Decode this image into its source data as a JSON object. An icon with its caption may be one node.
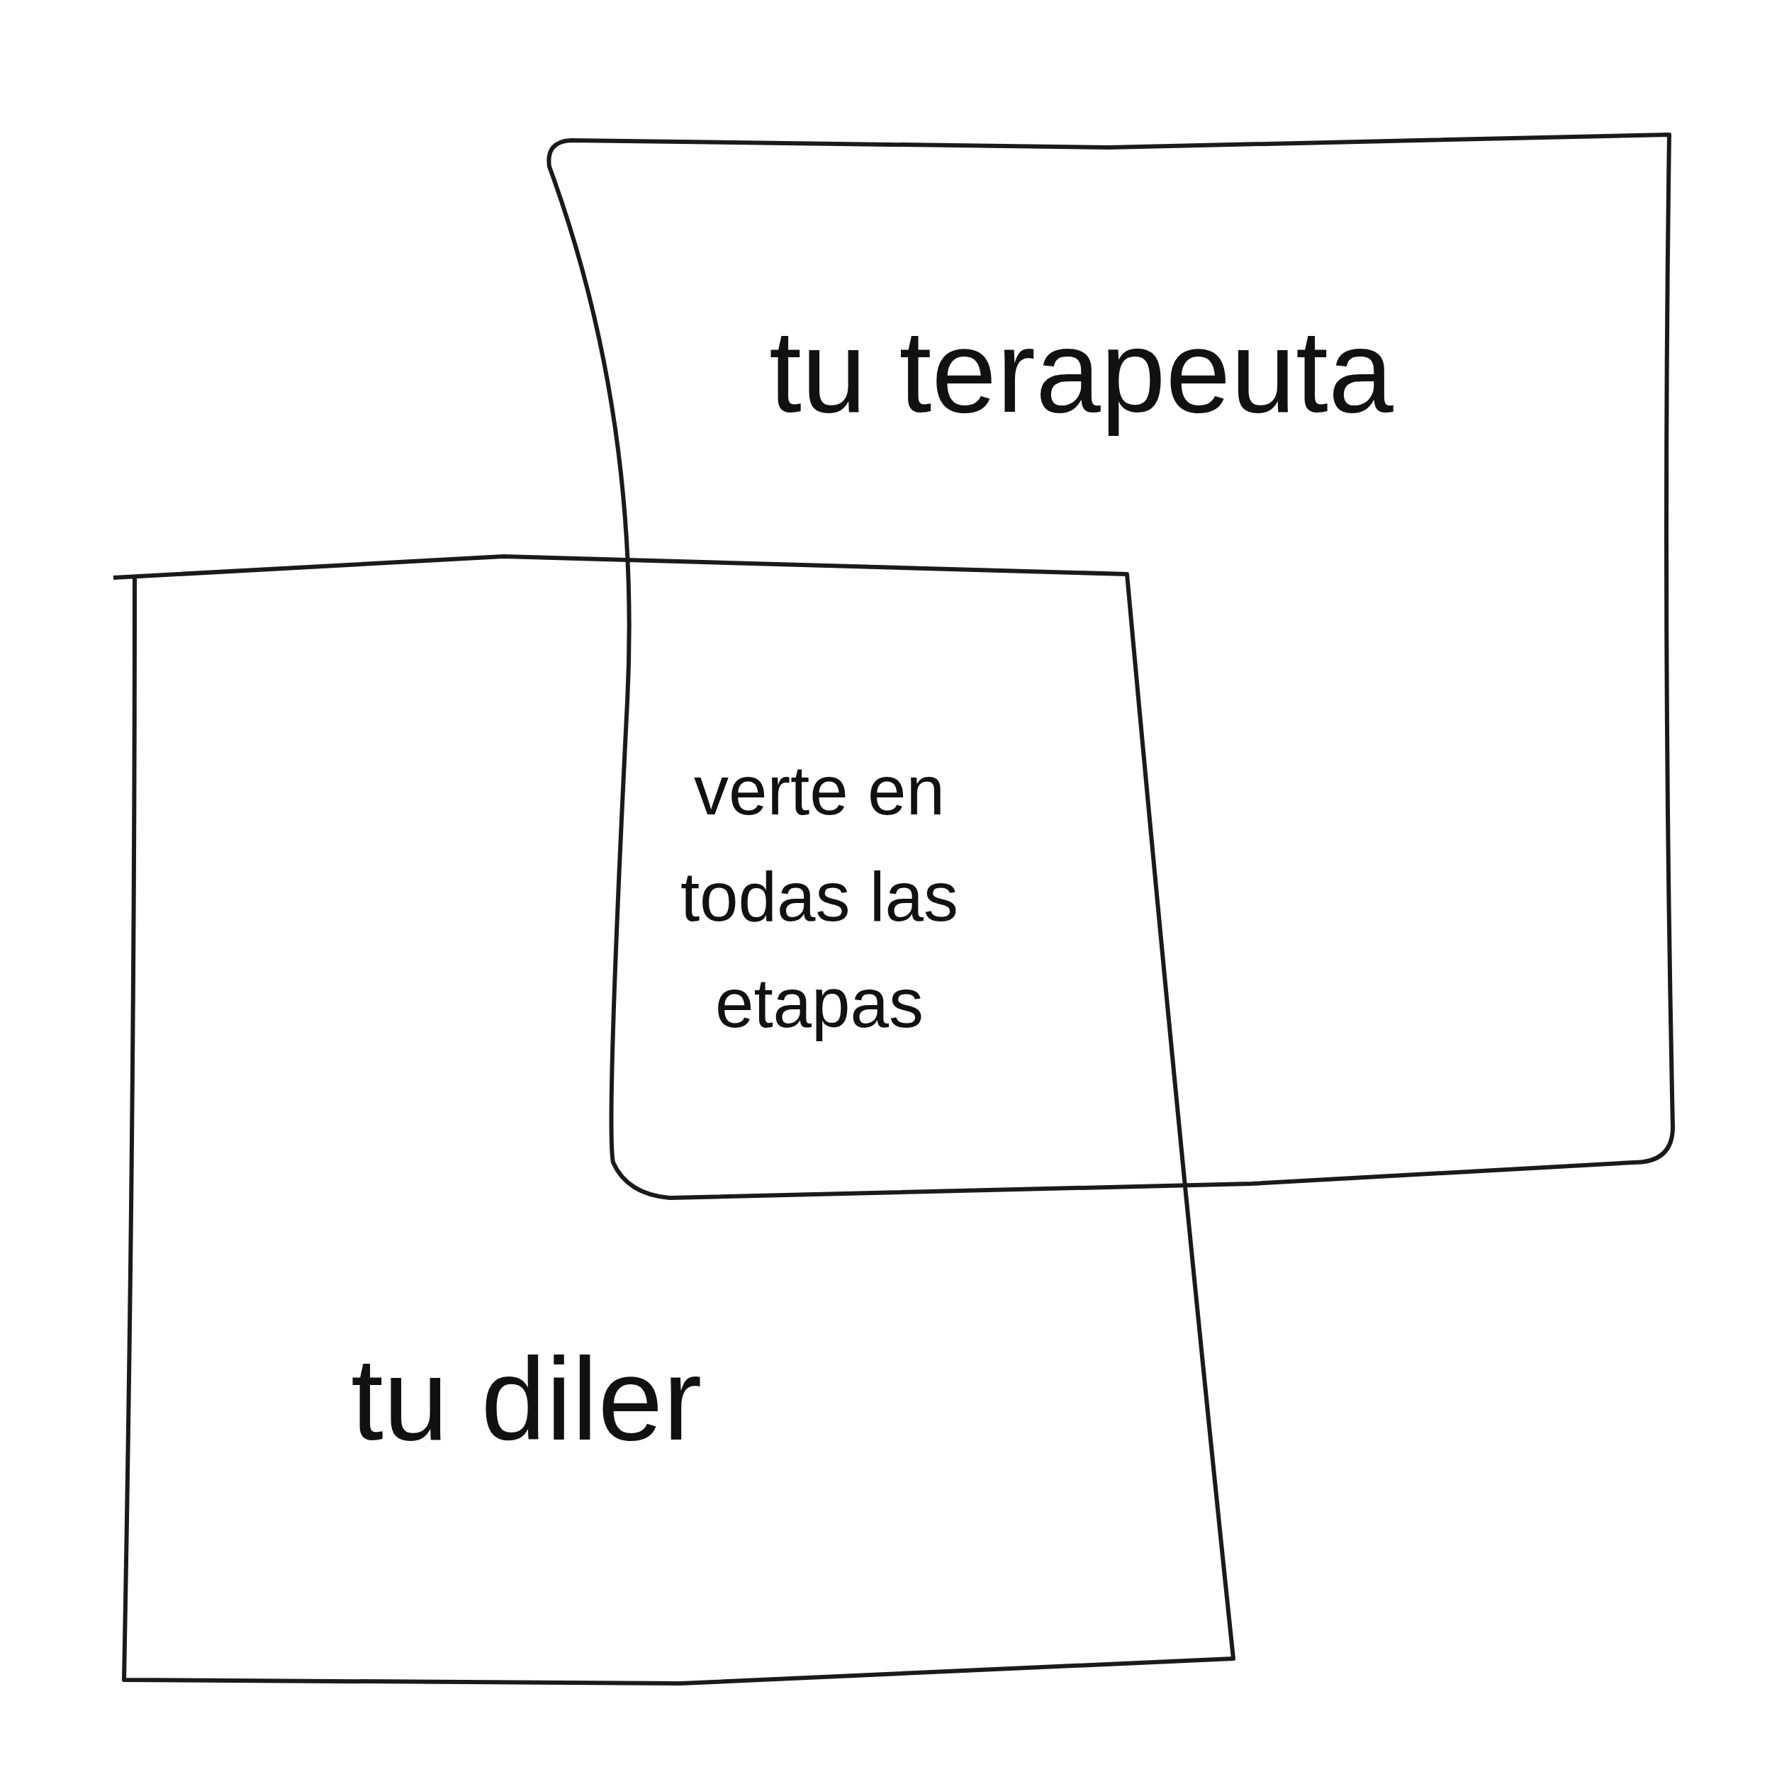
{
  "diagram": {
    "nodes": [
      {
        "text": [
          "tu terapeuta"
        ]
      },
      {
        "text": [
          "tu diler"
        ]
      }
    ],
    "labels": [
      "verte en todas las etapas"
    ]
  }
}
